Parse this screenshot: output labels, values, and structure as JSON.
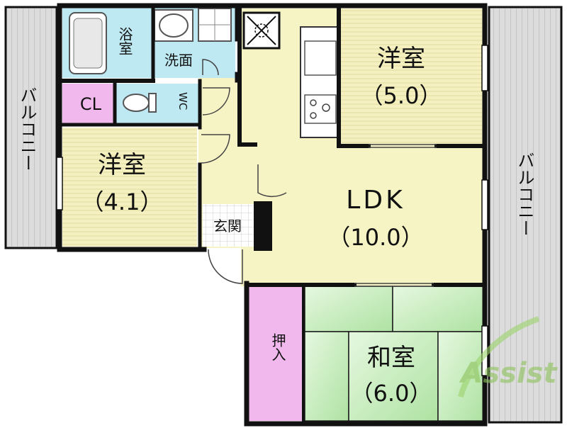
{
  "rooms": {
    "western_room_right": {
      "name": "洋室",
      "size": "（5.0）"
    },
    "western_room_left": {
      "name": "洋室",
      "size": "（4.1）"
    },
    "ldk": {
      "name": "LDK",
      "size": "（10.0）"
    },
    "japanese_room": {
      "name": "和室",
      "size": "（6.0）"
    },
    "bath": {
      "label": "浴室"
    },
    "washroom": {
      "label": "洗面"
    },
    "wc": {
      "label": "WC"
    },
    "closet": {
      "label": "CL"
    },
    "entrance": {
      "label": "玄関"
    },
    "oshiire": {
      "label": "押入"
    }
  },
  "balconies": {
    "left": "バルコニー",
    "right": "バルコニー"
  },
  "watermark": {
    "text": "Assist"
  },
  "colors": {
    "western_room": "#f4f0c0",
    "ldk": "#f6f3c4",
    "japanese_room": "#c9efc0",
    "oshiire": "#f0b8ec",
    "closet": "#f0b8ec",
    "bath": "#bfe9f2",
    "balcony": "#d8d8d8",
    "wall": "#111111"
  }
}
